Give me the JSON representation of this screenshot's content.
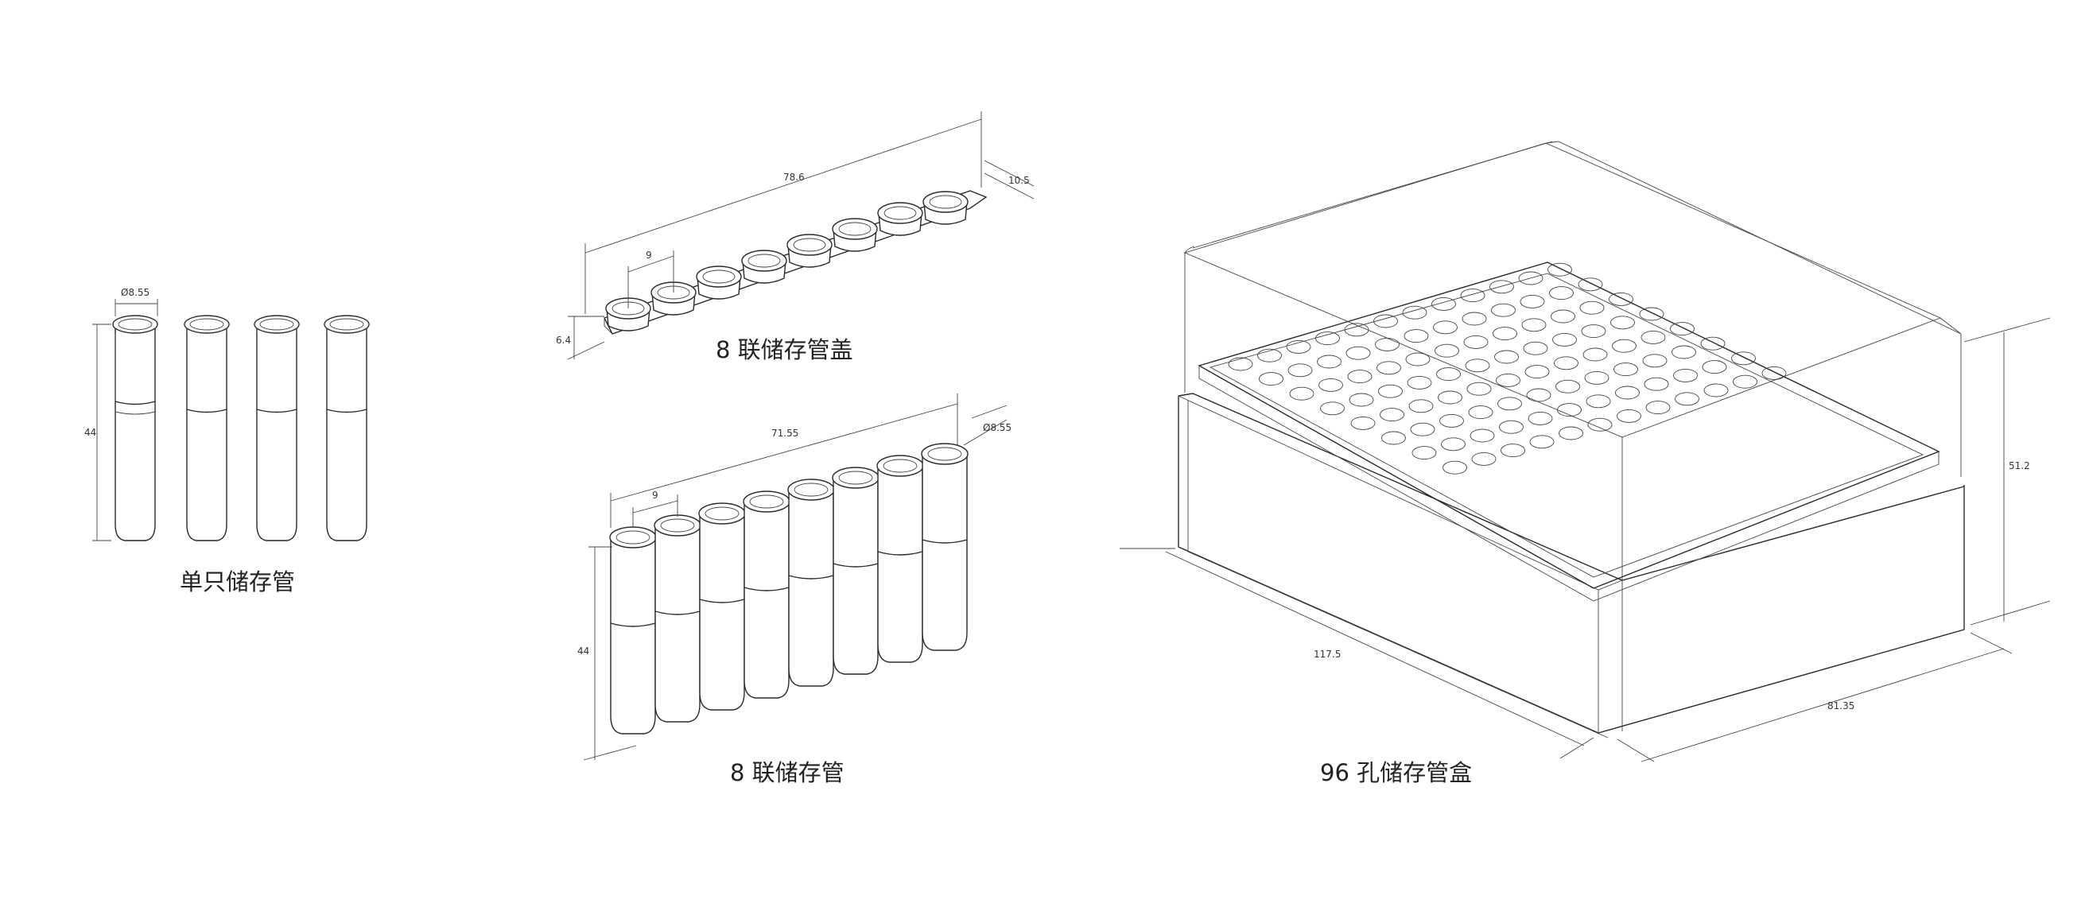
{
  "captions": {
    "single_tube": "单只储存管",
    "cap_strip": "8 联储存管盖",
    "tube_strip": "8 联储存管",
    "box": "96 孔储存管盒"
  },
  "dimensions": {
    "single_diameter": "Ø8.55",
    "single_height": "44",
    "cap_length": "78.6",
    "cap_width": "10.5",
    "cap_pitch": "9",
    "cap_height": "6.4",
    "strip_length": "71.55",
    "strip_diameter": "Ø8.55",
    "strip_pitch": "9",
    "strip_height": "44",
    "box_length": "117.5",
    "box_width": "81.35",
    "box_height": "51.2"
  }
}
